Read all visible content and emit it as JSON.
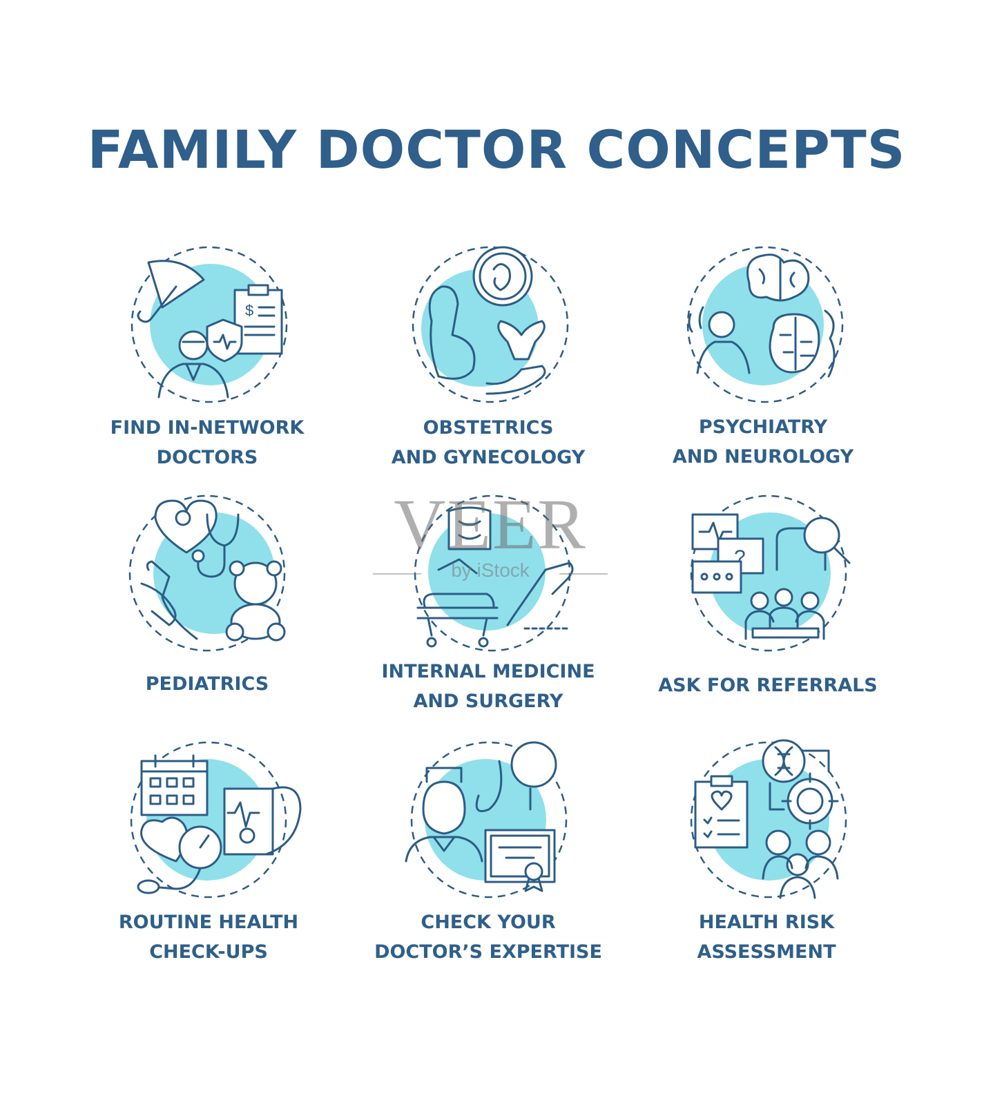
{
  "title": "FAMILY DOCTOR CONCEPTS",
  "colors": {
    "text": "#2f5f8a",
    "stroke": "#2c5c86",
    "accent": "#8fe0ea"
  },
  "watermark": {
    "main": "VEER",
    "sub": "by iStock"
  },
  "concepts": [
    {
      "lines": [
        "FIND IN-NETWORK",
        "DOCTORS"
      ],
      "icon": "umbrella-doctor-clipboard-icon"
    },
    {
      "lines": [
        "OBSTETRICS",
        "AND GYNECOLOGY"
      ],
      "icon": "pregnant-woman-uterus-icon"
    },
    {
      "lines": [
        "PSYCHIATRY",
        "AND NEUROLOGY"
      ],
      "icon": "brain-neuron-icon"
    },
    {
      "lines": [
        "PEDIATRICS"
      ],
      "icon": "teddy-bear-stethoscope-icon"
    },
    {
      "lines": [
        "INTERNAL MEDICINE",
        "AND SURGERY"
      ],
      "icon": "intestine-surgery-icon"
    },
    {
      "lines": [
        "ASK FOR REFERRALS"
      ],
      "icon": "chat-doctors-icon"
    },
    {
      "lines": [
        "ROUTINE HEALTH",
        "CHECK-UPS"
      ],
      "icon": "calendar-blood-pressure-icon"
    },
    {
      "lines": [
        "CHECK YOUR",
        "DOCTOR’S EXPERTISE"
      ],
      "icon": "nurse-certificate-icon"
    },
    {
      "lines": [
        "HEALTH RISK",
        "ASSESSMENT"
      ],
      "icon": "dna-family-icon"
    }
  ]
}
